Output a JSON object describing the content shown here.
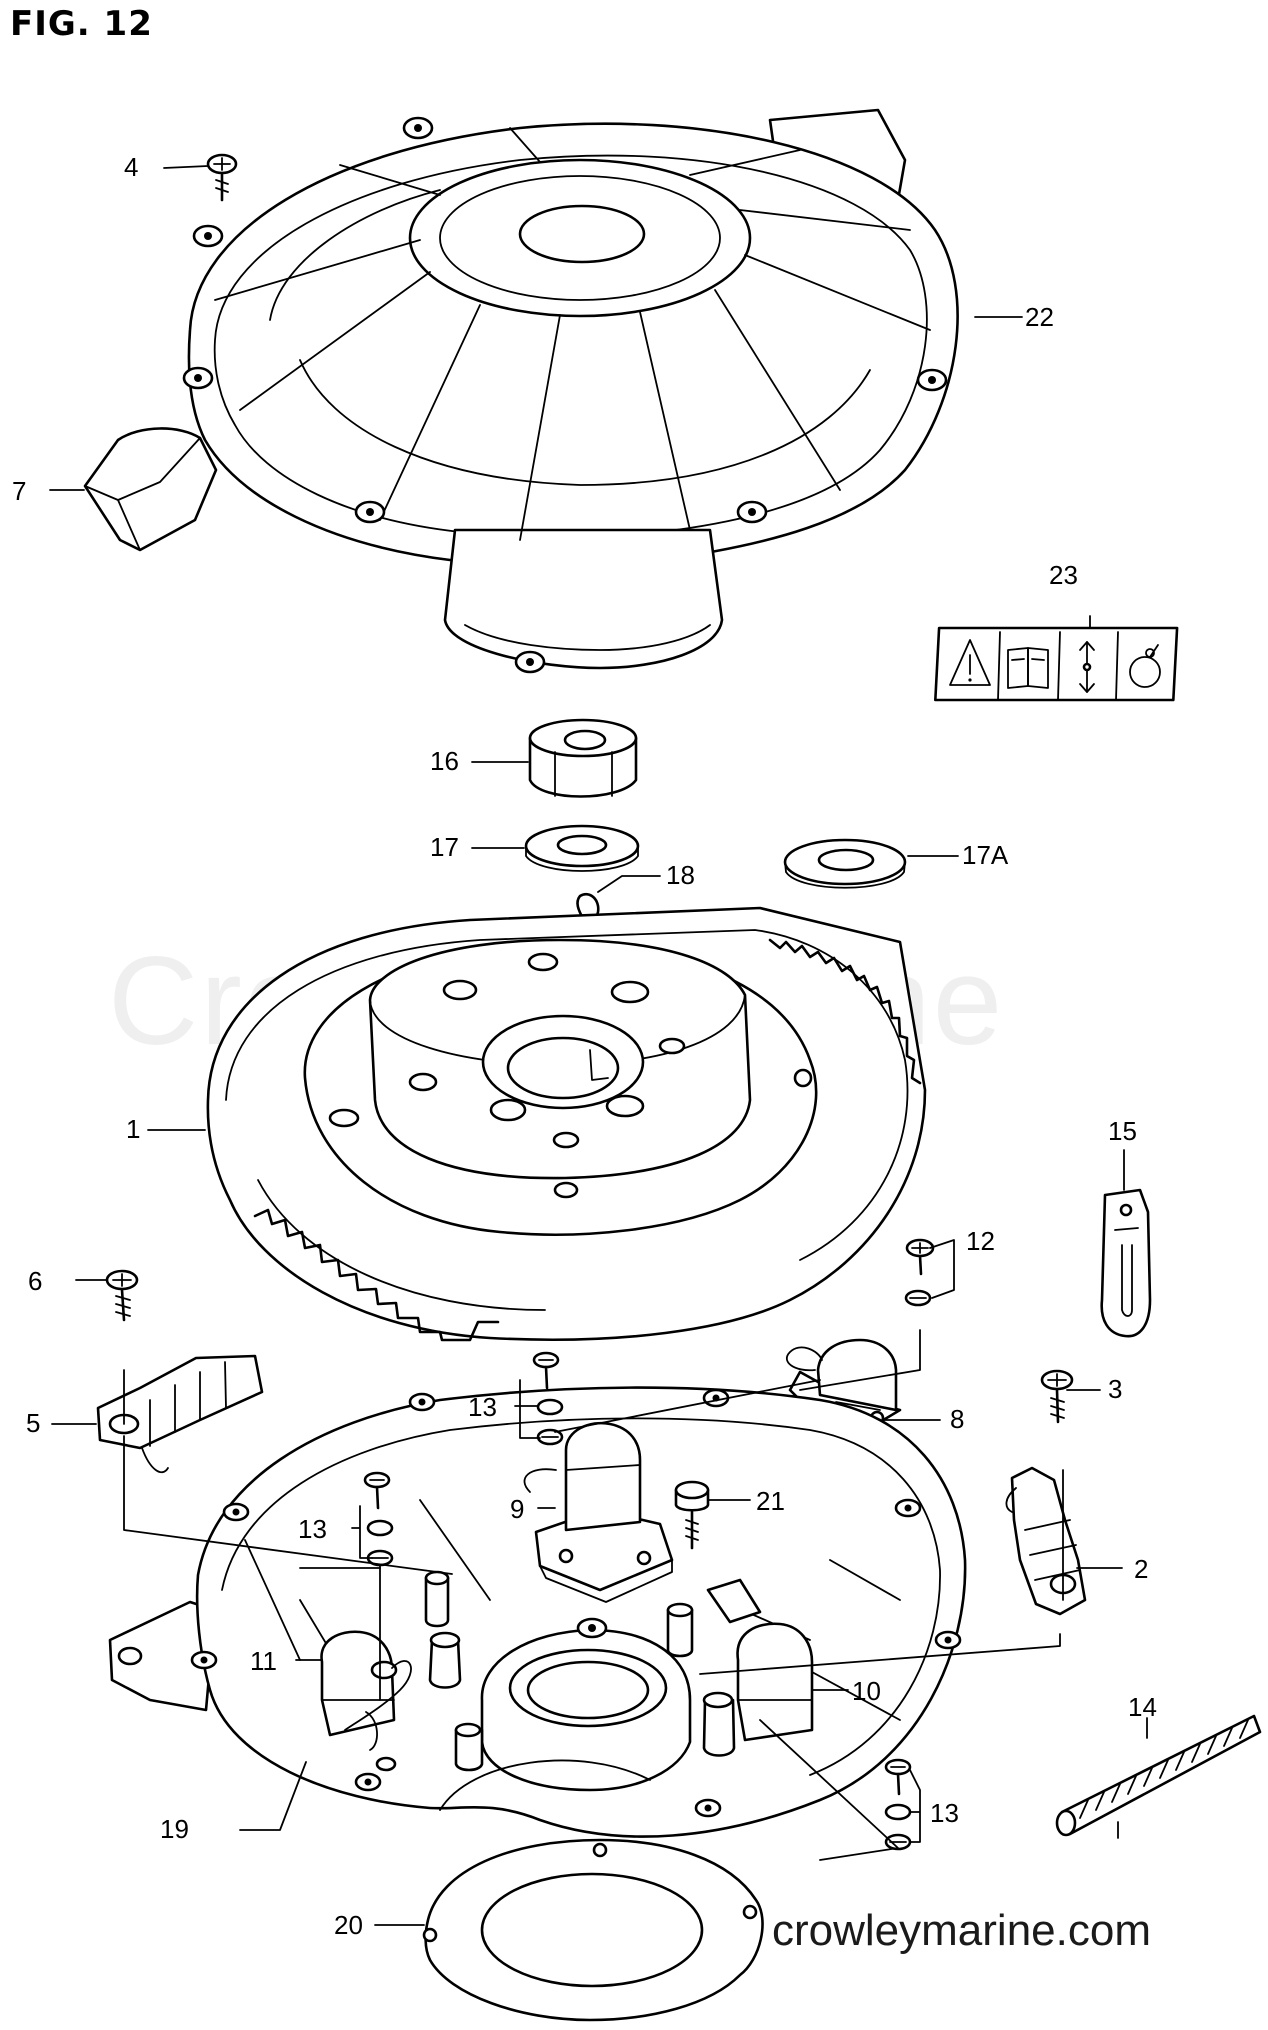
{
  "figure": {
    "title": "FIG. 12",
    "watermark": "Crowley Marine",
    "website": "crowleymarine.com"
  },
  "callouts": [
    {
      "id": "c4",
      "label": "4"
    },
    {
      "id": "c22",
      "label": "22"
    },
    {
      "id": "c7",
      "label": "7"
    },
    {
      "id": "c23",
      "label": "23"
    },
    {
      "id": "c16",
      "label": "16"
    },
    {
      "id": "c17",
      "label": "17"
    },
    {
      "id": "c17a",
      "label": "17A"
    },
    {
      "id": "c18",
      "label": "18"
    },
    {
      "id": "c1",
      "label": "1"
    },
    {
      "id": "c15",
      "label": "15"
    },
    {
      "id": "c6",
      "label": "6"
    },
    {
      "id": "c12",
      "label": "12"
    },
    {
      "id": "c3",
      "label": "3"
    },
    {
      "id": "c5",
      "label": "5"
    },
    {
      "id": "c13a",
      "label": "13"
    },
    {
      "id": "c8",
      "label": "8"
    },
    {
      "id": "c9",
      "label": "9"
    },
    {
      "id": "c21",
      "label": "21"
    },
    {
      "id": "c13b",
      "label": "13"
    },
    {
      "id": "c2",
      "label": "2"
    },
    {
      "id": "c11",
      "label": "11"
    },
    {
      "id": "c10",
      "label": "10"
    },
    {
      "id": "c14",
      "label": "14"
    },
    {
      "id": "c19",
      "label": "19"
    },
    {
      "id": "c13c",
      "label": "13"
    },
    {
      "id": "c20",
      "label": "20"
    }
  ],
  "icons": {
    "label_23": [
      "warning-triangle-icon",
      "manual-book-icon",
      "up-down-arrow-icon",
      "rope-start-icon"
    ]
  },
  "colors": {
    "line": "#000000",
    "background": "#ffffff"
  }
}
